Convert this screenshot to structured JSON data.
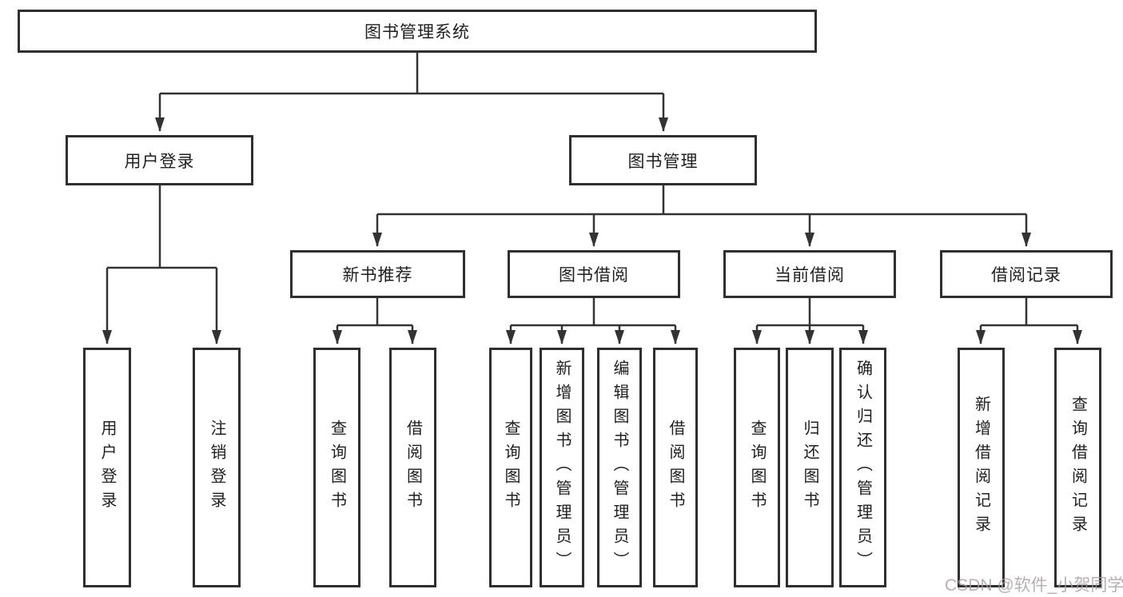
{
  "tree": {
    "label": "图书管理系统",
    "children": [
      {
        "label": "用户登录",
        "children": [
          {
            "label": "用户登录"
          },
          {
            "label": "注销登录"
          }
        ]
      },
      {
        "label": "图书管理",
        "children": [
          {
            "label": "新书推荐",
            "children": [
              {
                "label": "查询图书"
              },
              {
                "label": "借阅图书"
              }
            ]
          },
          {
            "label": "图书借阅",
            "children": [
              {
                "label": "查询图书"
              },
              {
                "label": "新增图书（管理员）"
              },
              {
                "label": "编辑图书（管理员）"
              },
              {
                "label": "借阅图书"
              }
            ]
          },
          {
            "label": "当前借阅",
            "children": [
              {
                "label": "查询图书"
              },
              {
                "label": "归还图书"
              },
              {
                "label": "确认归还（管理员）"
              }
            ]
          },
          {
            "label": "借阅记录",
            "children": [
              {
                "label": "新增借阅记录"
              },
              {
                "label": "查询借阅记录"
              }
            ]
          }
        ]
      }
    ]
  },
  "watermark": "CSDN @软件_小贺同学",
  "colors": {
    "line": "#333333",
    "box_border": "#2f2f2f",
    "box_fill": "#ffffff",
    "text": "#1f1f1f",
    "watermark": "#b9b1b1"
  }
}
